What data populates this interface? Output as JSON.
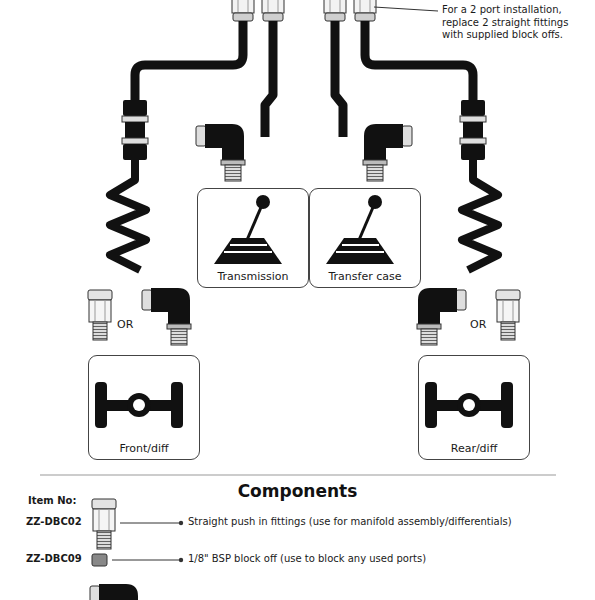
{
  "diagram": {
    "title": "Components",
    "nodes": [
      {
        "text": [
          "Transmission"
        ]
      },
      {
        "text": [
          "Transfer case"
        ]
      },
      {
        "text": [
          "Front/diff"
        ]
      },
      {
        "text": [
          "Rear/diff"
        ]
      }
    ],
    "labels": [
      "For a 2 port installation, replace 2 straight fittings with supplied block offs.",
      "OR",
      "OR",
      "Item No:",
      "ZZ-DBC02",
      "Straight push in fittings (use for manifold assembly/differentials)",
      "ZZ-DBC09",
      "1/8\" BSP block off (use to block any used ports)"
    ]
  }
}
